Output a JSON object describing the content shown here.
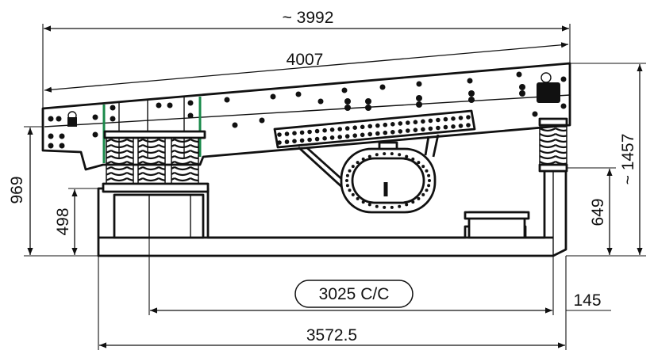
{
  "dimensions": {
    "overall_length": "~ 3992",
    "deck_length": "4007",
    "overall_height": "~ 1457",
    "feed_height": "969",
    "base_height": "498",
    "discharge_height": "649",
    "spring_centers": "3025 C/C",
    "offset": "145",
    "base_length": "3572.5"
  },
  "colors": {
    "line": "#111111",
    "accent": "#1a8a4a",
    "background": "#ffffff"
  }
}
